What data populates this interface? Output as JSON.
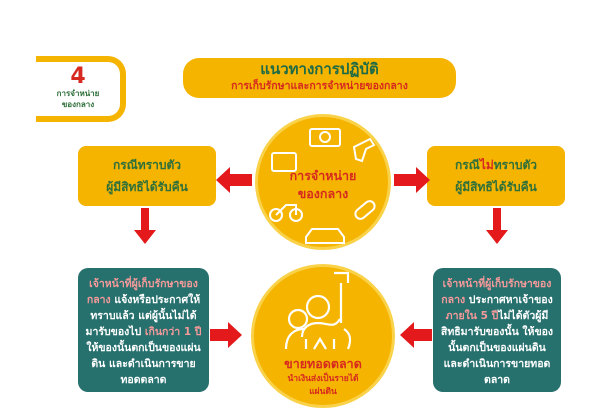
{
  "badge": {
    "number": "4",
    "label_line1": "การจำหน่าย",
    "label_line2": "ของกลาง"
  },
  "header": {
    "title": "แนวทางการปฏิบัติ",
    "subtitle": "การเก็บรักษาและการจำหน่ายของกลาง"
  },
  "center_top": {
    "line1": "การจำหน่าย",
    "line2": "ของกลาง",
    "icons": [
      "money-icon",
      "treasure-chest-icon",
      "gun-icon",
      "motorcycle-icon",
      "pills-icon",
      "car-icon"
    ]
  },
  "left_case": {
    "line1": "กรณีทราบตัว",
    "line2": "ผู้มีสิทธิได้รับคืน"
  },
  "right_case": {
    "prefix": "กรณี",
    "highlight": "ไม่",
    "suffix": "ทราบตัว",
    "line2": "ผู้มีสิทธิได้รับคืน"
  },
  "left_detail": {
    "p1": "เจ้าหน้าที่ผู้เก็บรักษาของกลาง",
    "p2": " แจ้งหรือประกาศให้ทราบแล้ว แต่ผู้นั้นไม่ได้มารับของไป ",
    "p3": "เกินกว่า 1 ปี",
    "p4": " ให้ของนั้นตกเป็นของแผ่นดิน และดำเนินการขายทอดตลาด"
  },
  "right_detail": {
    "p1": "เจ้าหน้าที่ผู้เก็บรักษาของกลาง",
    "p2": " ประกาศหาเจ้าของ ",
    "p3": "ภายใน 5 ปี",
    "p4": "ไม่ได้ตัวผู้มีสิทธิมารับของนั้น ให้ของนั้นตกเป็นของแผ่นดิน และดำเนินการขายทอดตลาด"
  },
  "center_bottom": {
    "title": "ขายทอดตลาด",
    "line1": "นำเงินส่งเป็นรายได้",
    "line2": "แผ่นดิน",
    "icon": "auction-people-icon"
  },
  "colors": {
    "yellow": "#f5b400",
    "teal": "#26706e",
    "red": "#d62a20",
    "green": "#2f6f3a"
  }
}
